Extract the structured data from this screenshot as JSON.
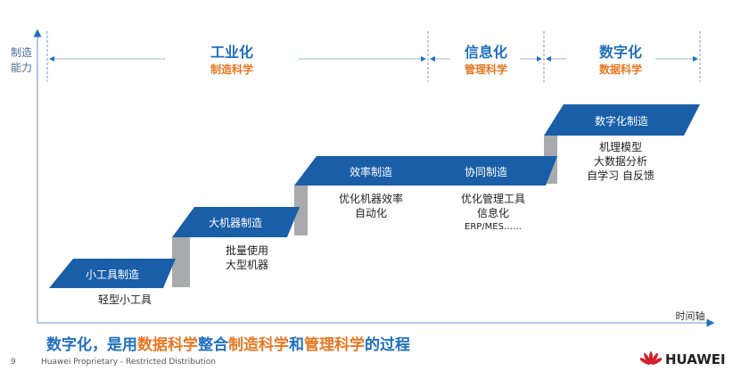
{
  "axes": {
    "y_label_line1": "制造",
    "y_label_line2": "能力",
    "x_label": "时间轴"
  },
  "eras": [
    {
      "title": "工业化",
      "science": "制造科学"
    },
    {
      "title": "信息化",
      "science": "管理科学"
    },
    {
      "title": "数字化",
      "science": "数据科学"
    }
  ],
  "steps": [
    {
      "label": "小工具制造",
      "desc": [
        "轻型小工具"
      ]
    },
    {
      "label": "大机器制造",
      "desc": [
        "批量使用",
        "大型机器"
      ]
    },
    {
      "label": "效率制造",
      "desc": [
        "优化机器效率",
        "自动化"
      ]
    },
    {
      "label": "协同制造",
      "desc": [
        "优化管理工具",
        "信息化",
        "ERP/MES……"
      ]
    },
    {
      "label": "数字化制造",
      "desc": [
        "机理模型",
        "大数据分析",
        "自学习  自反馈"
      ]
    }
  ],
  "summary": {
    "p1": "数字化，是用",
    "p2": "数据科学",
    "p3": "整合",
    "p4": "制造科学",
    "p5": "和",
    "p6": "管理科学",
    "p7": "的过程"
  },
  "footer": {
    "page_number": "9",
    "text": "Huawei Proprietary - Restricted Distribution",
    "logo": "HUAWEI"
  },
  "colors": {
    "blue": "#1a5ea8",
    "orange": "#e87722",
    "gray": "#a8aaad"
  }
}
